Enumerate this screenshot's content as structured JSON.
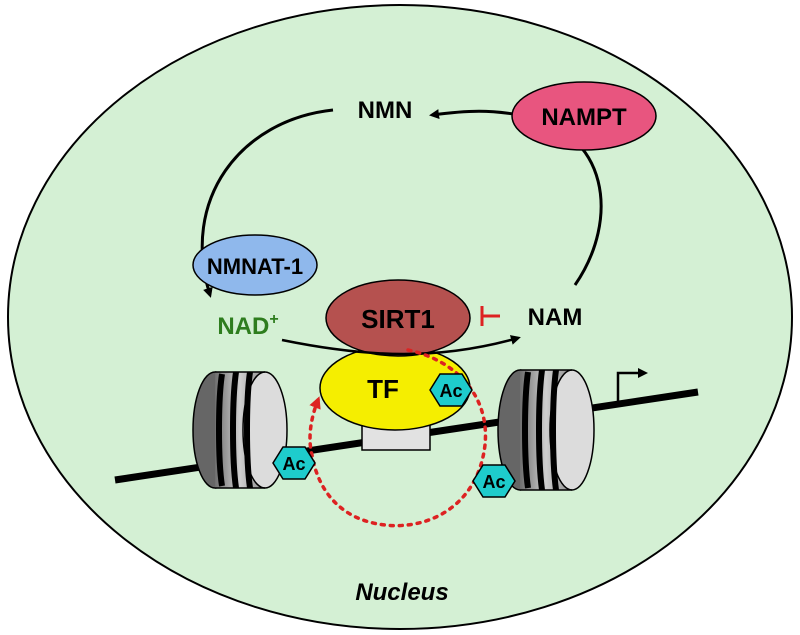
{
  "labels": {
    "nmn": "NMN",
    "nampt": "NAMPT",
    "nmnat1": "NMNAT-1",
    "nad": "NAD",
    "nad_charge": "+",
    "sirt1": "SIRT1",
    "nam": "NAM",
    "tf": "TF",
    "acetyl": "Ac",
    "nucleus": "Nucleus"
  },
  "colors": {
    "nucleus_fill": "#d4f0d4",
    "nampt_fill": "#e8557f",
    "nmnat1_fill": "#8fb8ec",
    "sirt1_fill": "#b5514f",
    "tf_fill": "#f5ee00",
    "acetyl_fill": "#1ecccc",
    "nad_text": "#2e7d1e",
    "inhibit": "#dd2222",
    "dotted_cycle": "#dd2222"
  }
}
